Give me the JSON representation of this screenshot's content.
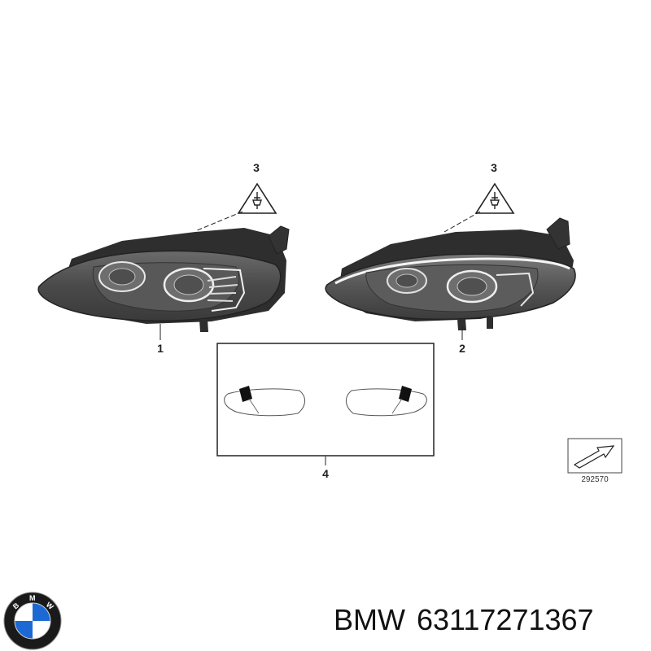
{
  "diagram": {
    "callouts": {
      "left_headlight": "1",
      "right_headlight": "2",
      "warning_left": "3",
      "warning_right": "3",
      "inset_box": "4"
    },
    "diagram_code": "292570"
  },
  "caption": {
    "brand": "BMW",
    "part_number": "63117271367"
  },
  "logo": {
    "letters": [
      "B",
      "M",
      "W"
    ],
    "colors": {
      "ring": "#1a1a1a",
      "blue": "#1c69d4",
      "white": "#ffffff"
    }
  }
}
